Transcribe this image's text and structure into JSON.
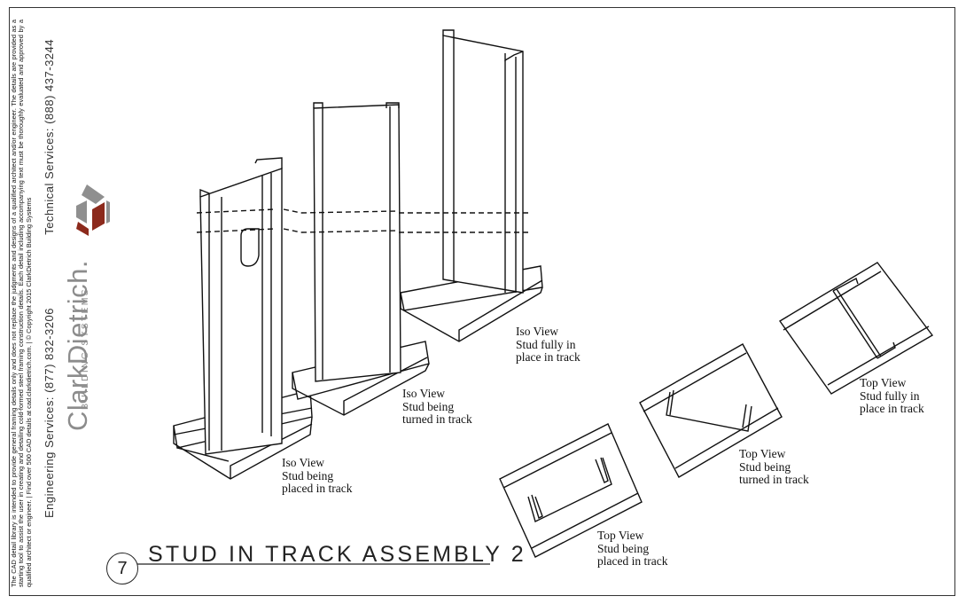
{
  "side_panel": {
    "disclaimer": "The CAD detail library is intended to provide general framing details only and does not replace the judgments and designs of a qualified architect and/or engineer. The details are provided as a starting tool to assist the user in creating and detailing cold-formed steel framing construction details. Each detail including accompanying text must be thoroughly evaluated and approved by a qualified architect or engineer. | Find over 500 CAD details at cad.clarkdietrich.com. | © Copyright 2015 ClarkDietrich Building Systems",
    "engineering_services": "Engineering Services: (877) 832-3206",
    "technical_services": "Technical Services: (888) 437-3244",
    "brand_name": "ClarkDietrich.",
    "brand_tagline": "BUILDING SYSTEMS",
    "logo_colors": {
      "gray": "#8f8f8f",
      "red": "#8c2a1c"
    }
  },
  "labels": {
    "iso_placed": "Iso View\nStud being\nplaced in track",
    "iso_turned": "Iso View\nStud being\nturned in track",
    "iso_full": "Iso View\nStud fully in\nplace in track",
    "top_placed": "Top View\nStud being\nplaced in track",
    "top_turned": "Top View\nStud being\nturned in track",
    "top_full": "Top View\nStud fully in\nplace in track"
  },
  "detail": {
    "number": "7",
    "title": "STUD IN TRACK ASSEMBLY 2"
  }
}
